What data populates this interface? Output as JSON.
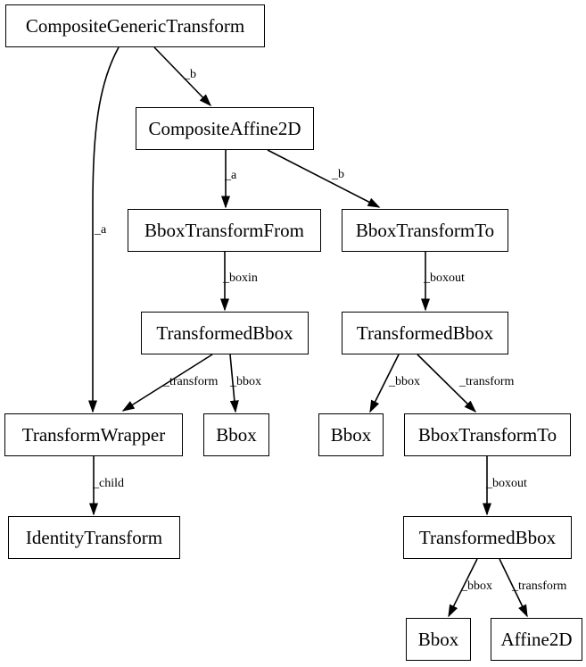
{
  "diagram": {
    "type": "graph",
    "background_color": "#ffffff",
    "node_fill_color": "#ffffff",
    "node_border_color": "#000000",
    "edge_color": "#000000",
    "text_color": "#000000",
    "nodes": [
      {
        "id": "composite-generic-transform",
        "label": "CompositeGenericTransform"
      },
      {
        "id": "composite-affine2d",
        "label": "CompositeAffine2D"
      },
      {
        "id": "bbox-transform-from",
        "label": "BboxTransformFrom"
      },
      {
        "id": "bbox-transform-to-upper",
        "label": "BboxTransformTo"
      },
      {
        "id": "transformed-bbox-left",
        "label": "TransformedBbox"
      },
      {
        "id": "transformed-bbox-right",
        "label": "TransformedBbox"
      },
      {
        "id": "transform-wrapper",
        "label": "TransformWrapper"
      },
      {
        "id": "bbox-left",
        "label": "Bbox"
      },
      {
        "id": "bbox-middle",
        "label": "Bbox"
      },
      {
        "id": "bbox-transform-to-lower",
        "label": "BboxTransformTo"
      },
      {
        "id": "identity-transform",
        "label": "IdentityTransform"
      },
      {
        "id": "transformed-bbox-bottom",
        "label": "TransformedBbox"
      },
      {
        "id": "bbox-bottom",
        "label": "Bbox"
      },
      {
        "id": "affine2d",
        "label": "Affine2D"
      }
    ],
    "edges": [
      {
        "from": "CompositeGenericTransform",
        "to": "CompositeAffine2D",
        "label": "_b"
      },
      {
        "from": "CompositeGenericTransform",
        "to": "TransformWrapper",
        "label": "_a"
      },
      {
        "from": "CompositeAffine2D",
        "to": "BboxTransformFrom",
        "label": "_a"
      },
      {
        "from": "CompositeAffine2D",
        "to": "BboxTransformTo (upper)",
        "label": "_b"
      },
      {
        "from": "BboxTransformFrom",
        "to": "TransformedBbox (left)",
        "label": "_boxin"
      },
      {
        "from": "TransformedBbox (left)",
        "to": "TransformWrapper",
        "label": "_transform"
      },
      {
        "from": "TransformedBbox (left)",
        "to": "Bbox (left)",
        "label": "_bbox"
      },
      {
        "from": "TransformWrapper",
        "to": "IdentityTransform",
        "label": "_child"
      },
      {
        "from": "BboxTransformTo (upper)",
        "to": "TransformedBbox (right)",
        "label": "_boxout"
      },
      {
        "from": "TransformedBbox (right)",
        "to": "Bbox (middle)",
        "label": "_bbox"
      },
      {
        "from": "TransformedBbox (right)",
        "to": "BboxTransformTo (lower)",
        "label": "_transform"
      },
      {
        "from": "BboxTransformTo (lower)",
        "to": "TransformedBbox (bottom)",
        "label": "_boxout"
      },
      {
        "from": "TransformedBbox (bottom)",
        "to": "Bbox (bottom)",
        "label": "_bbox"
      },
      {
        "from": "TransformedBbox (bottom)",
        "to": "Affine2D",
        "label": "_transform"
      }
    ]
  }
}
